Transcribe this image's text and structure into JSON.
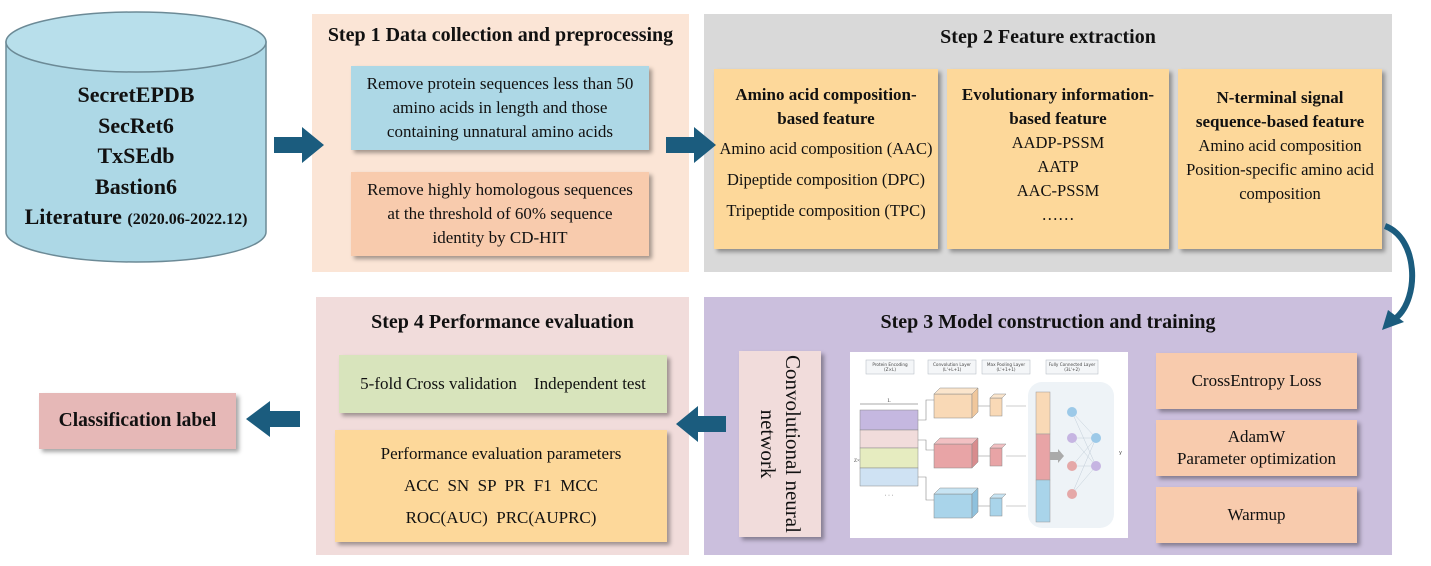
{
  "sources": {
    "lines": [
      "SecretEPDB",
      "SecRet6",
      "TxSEdb",
      "Bastion6"
    ],
    "literature": "Literature",
    "literature_range": "(2020.06-2022.12)"
  },
  "step1": {
    "title": "Step 1 Data collection and preprocessing",
    "box1_lines": [
      "Remove protein sequences less than 50",
      "amino acids in length and those",
      "containing unnatural amino acids"
    ],
    "box2_lines": [
      "Remove highly homologous sequences",
      "at the threshold of 60% sequence",
      "identity by CD-HIT"
    ]
  },
  "step2": {
    "title": "Step 2 Feature extraction",
    "col1": {
      "heading": [
        "Amino acid composition-",
        "based feature"
      ],
      "items": [
        "Amino acid composition (AAC)",
        "Dipeptide composition (DPC)",
        "Tripeptide composition (TPC)"
      ]
    },
    "col2": {
      "heading": [
        "Evolutionary information-",
        "based feature"
      ],
      "items": [
        "AADP-PSSM",
        "AATP",
        "AAC-PSSM",
        "……"
      ]
    },
    "col3": {
      "heading": [
        "N-terminal signal",
        "sequence-based feature"
      ],
      "items": [
        "Amino acid composition",
        "Position-specific amino acid",
        "composition"
      ]
    }
  },
  "step3": {
    "title": "Step 3 Model construction and training",
    "cnn_label": "Convolutional neural network",
    "figure": {
      "headers": [
        {
          "t": "Protein Encoding",
          "s": "(Z×L)"
        },
        {
          "t": "Convolution Layer",
          "s": "(L'+L+1)"
        },
        {
          "t": "Max Pooling Layer",
          "s": "(L'+1+1)"
        },
        {
          "t": "Fully Connected Layer",
          "s": "(3L'+2)"
        }
      ],
      "z_label": "Z×",
      "l_label": "L",
      "dots": "· · ·",
      "y_label": "y"
    },
    "boxes": [
      [
        "CrossEntropy Loss"
      ],
      [
        "AdamW",
        "Parameter optimization"
      ],
      [
        "Warmup"
      ]
    ]
  },
  "step4": {
    "title": "Step 4 Performance evaluation",
    "validation": "5-fold Cross validation    Independent test",
    "params_title": "Performance evaluation parameters",
    "params_line1": "ACC  SN  SP  PR  F1  MCC",
    "params_line2": "ROC(AUC)  PRC(AUPRC)"
  },
  "output": {
    "label": "Classification label"
  },
  "colors": {
    "arrow": "#1b5c7e",
    "cylinder": "#add8e6",
    "step1_bg": "#fbe5d6",
    "step2_bg": "#d9d9d9",
    "step3_bg": "#cbbfdd",
    "step4_bg": "#f1dcdb",
    "orange_box": "#f8cbad",
    "blue_box": "#add8e6",
    "yellow_box": "#fdd89a",
    "green_box": "#d8e4bc",
    "label_box": "#e6b8b7"
  }
}
